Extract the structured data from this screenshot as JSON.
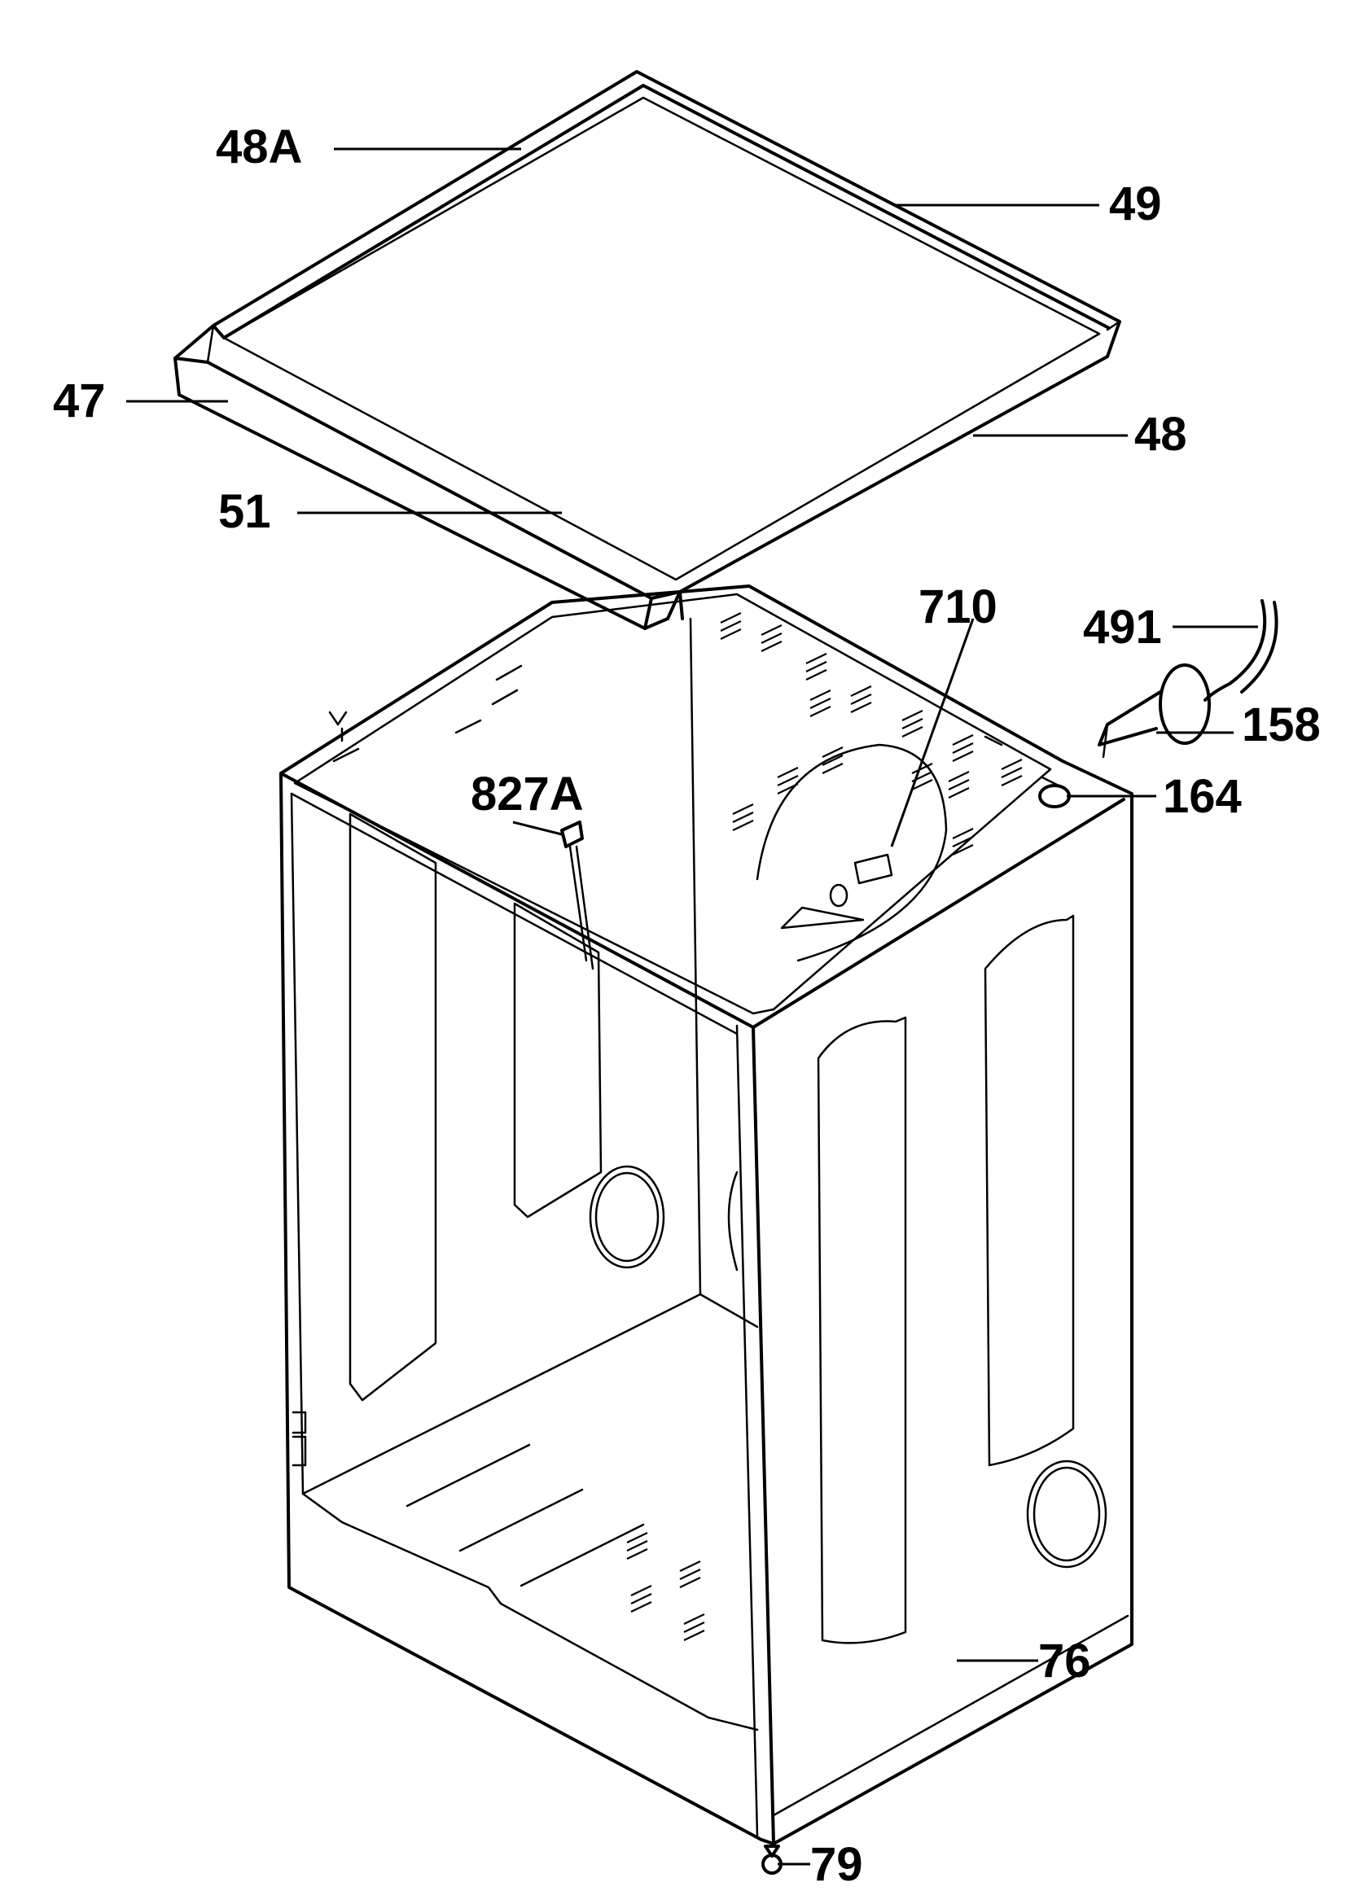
{
  "callouts": {
    "c48A": "48A",
    "c49": "49",
    "c47": "47",
    "c48": "48",
    "c51": "51",
    "c710": "710",
    "c491": "491",
    "c158": "158",
    "c827A": "827A",
    "c164": "164",
    "c76": "76",
    "c79": "79"
  },
  "colors": {
    "line": "#000000",
    "background": "#ffffff"
  }
}
